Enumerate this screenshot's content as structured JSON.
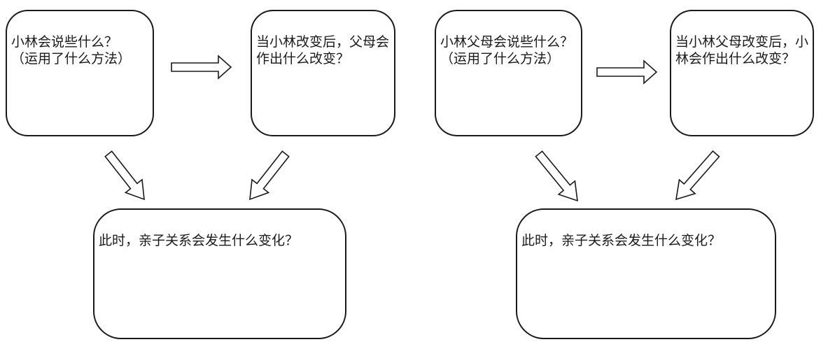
{
  "left": {
    "what_said": "小林会说些什么？\n（运用了什么方法）",
    "reaction": "当小林改变后，父母会作出什么改变？",
    "relationship": "此时，亲子关系会发生什么变化？"
  },
  "right": {
    "what_said": "小林父母会说些什么？\n（运用了什么方法）",
    "reaction": "当小林父母改变后，小林会作出什么改变？",
    "relationship": "此时，亲子关系会发生什么变化？"
  }
}
